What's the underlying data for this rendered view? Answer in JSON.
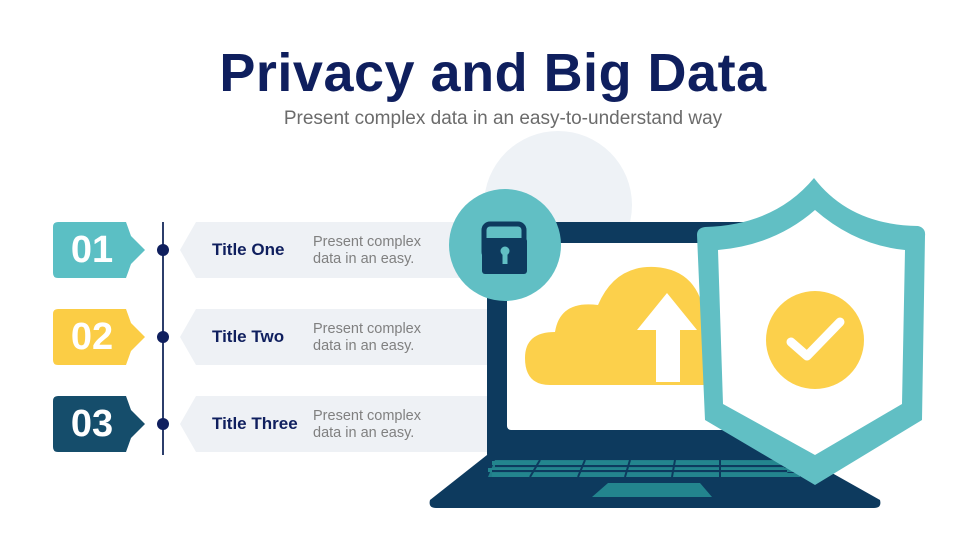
{
  "header": {
    "title": "Privacy and Big Data",
    "subtitle": "Present complex data in an easy-to-understand way"
  },
  "items": [
    {
      "number": "01",
      "title": "Title One",
      "description": "Present complex",
      "description2": "data in an easy.",
      "color": "#5bbfc4"
    },
    {
      "number": "02",
      "title": "Title Two",
      "description": "Present complex",
      "description2": "data in an easy.",
      "color": "#fbcd45"
    },
    {
      "number": "03",
      "title": "Title Three",
      "description": "Present complex",
      "description2": "data in an easy.",
      "color": "#154d6b"
    }
  ],
  "colors": {
    "navy": "#0d3a5e",
    "teal": "#61bfc4",
    "yellow": "#fcd04b",
    "card": "#eef1f5"
  }
}
